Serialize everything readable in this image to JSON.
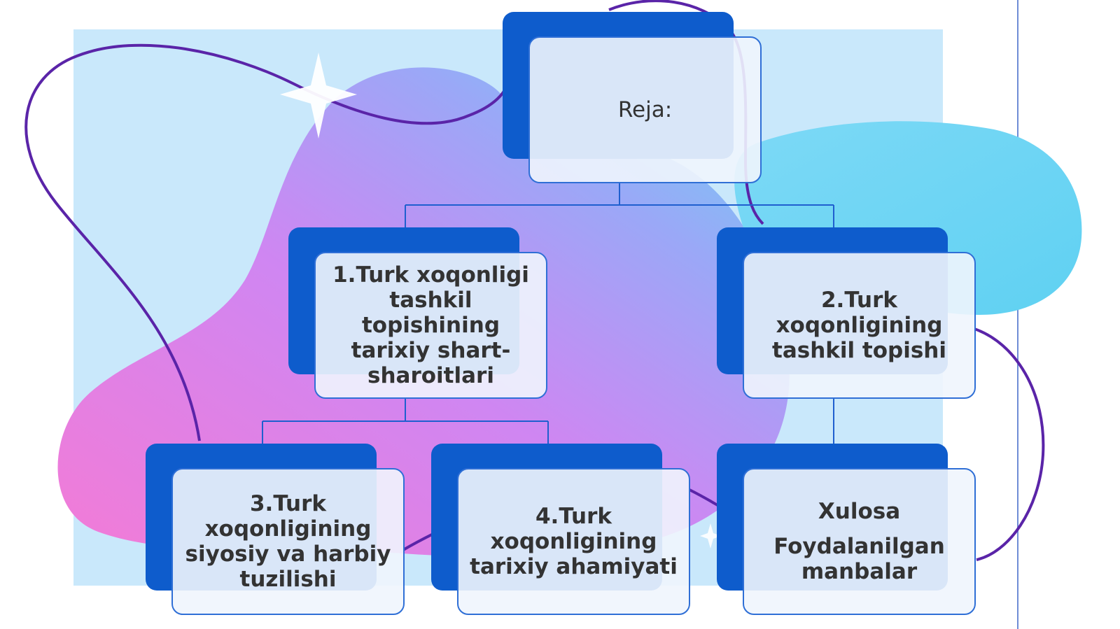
{
  "diagram": {
    "type": "tree",
    "colors": {
      "card_back": "#0e5ccc",
      "card_front": "#f0f5fd",
      "card_border": "#2f6fd6",
      "connector": "#1f5fcf",
      "text": "#333333",
      "panel": "#c9e8fb",
      "blob_pink": "#f37bd6",
      "blob_violet": "#b892f7",
      "blob_cyan": "#6ad6f4",
      "swirl": "#5a24a8"
    },
    "root": {
      "label": "Reja:"
    },
    "nodes": [
      {
        "id": "n1",
        "label": "1.Turk xoqonligi tashkil topishining tarixiy shart-sharoitlari"
      },
      {
        "id": "n2",
        "label": "2.Turk xoqonligining tashkil topishi"
      },
      {
        "id": "n3",
        "label": "3.Turk xoqonligining siyosiy va harbiy tuzilishi"
      },
      {
        "id": "n4",
        "label": "4.Turk xoqonligining tarixiy ahamiyati"
      },
      {
        "id": "n5",
        "label": "Xulosa",
        "sublabel": "Foydalanilgan manbalar"
      }
    ],
    "edges": [
      [
        "root",
        "n1"
      ],
      [
        "root",
        "n2"
      ],
      [
        "n1",
        "n3"
      ],
      [
        "n1",
        "n4"
      ],
      [
        "n2",
        "n5"
      ]
    ]
  }
}
